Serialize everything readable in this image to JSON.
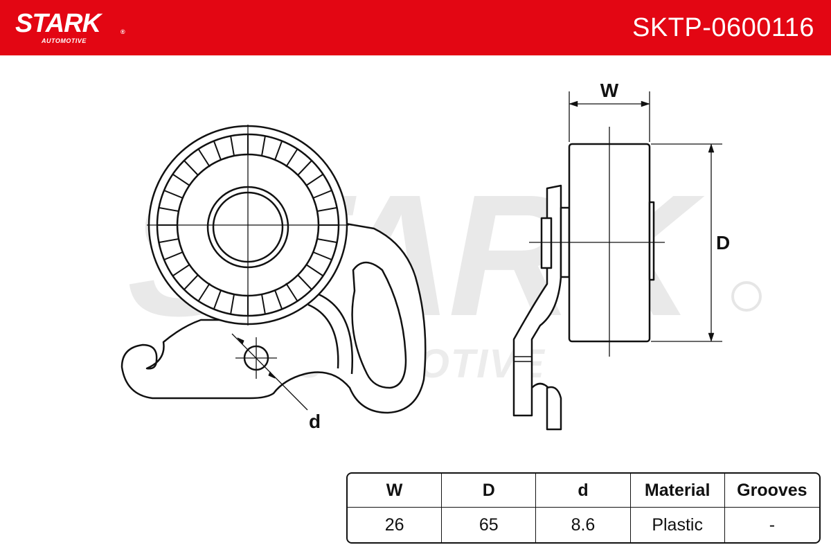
{
  "brand": {
    "name": "STARK",
    "sub": "AUTOMOTIVE",
    "reg_mark": "®"
  },
  "part_number": "SKTP-0600116",
  "colors": {
    "brand_red": "#e30613",
    "line": "#111111",
    "watermark": "#e8e8e8"
  },
  "dimension_labels": {
    "width": "W",
    "diameter": "D",
    "bore": "d"
  },
  "specs": {
    "headers": [
      "W",
      "D",
      "d",
      "Material",
      "Grooves"
    ],
    "values": [
      "26",
      "65",
      "8.6",
      "Plastic",
      "-"
    ]
  }
}
